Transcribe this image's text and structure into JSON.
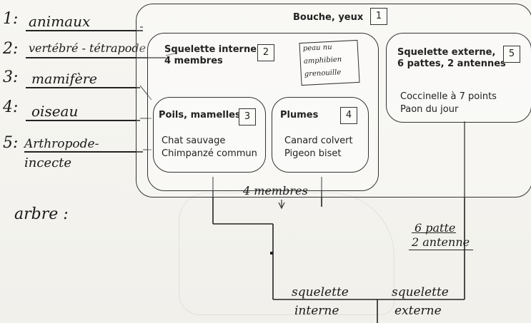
{
  "hand_list": [
    {
      "num": "1:",
      "text": "animaux"
    },
    {
      "num": "2:",
      "text": "vertébré - tétrapode"
    },
    {
      "num": "3:",
      "text": "mamifère"
    },
    {
      "num": "4:",
      "text": "oiseau"
    },
    {
      "num": "5:",
      "text": "Arthropode-",
      "text2": "incecte"
    }
  ],
  "outer_box": {
    "label": "Bouche, yeux",
    "num": "1"
  },
  "box2": {
    "label_line1": "Squelette interne,",
    "label_line2": "4 membres",
    "num": "2"
  },
  "note": {
    "line1": "peau nu",
    "line2": "amphibien",
    "line3": "grenouille"
  },
  "box3": {
    "label": "Poils, mamelles",
    "num": "3",
    "item1": "Chat sauvage",
    "item2": "Chimpanzé commun"
  },
  "box4": {
    "label": "Plumes",
    "num": "4",
    "item1": "Canard colvert",
    "item2": "Pigeon biset"
  },
  "box5": {
    "label_line1": "Squelette externe,",
    "label_line2": "6 pattes, 2 antennes",
    "num": "5",
    "item1": "Coccinelle à 7 points",
    "item2": "Paon du jour"
  },
  "tree": {
    "arbre_label": "arbre :",
    "membres_label": "4 membres",
    "pattes_line1": "6 patte",
    "pattes_line2": "2 antenne",
    "squelette_interne_1": "squelette",
    "squelette_interne_2": "interne",
    "squelette_externe_1": "squelette",
    "squelette_externe_2": "externe"
  }
}
